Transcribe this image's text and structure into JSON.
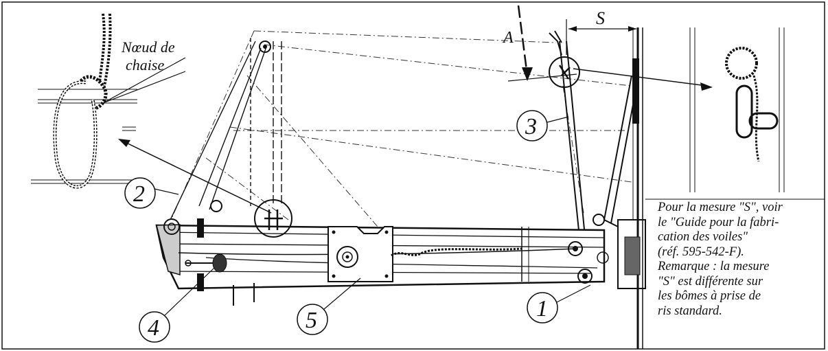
{
  "callouts": {
    "knot_label_line1": "Nœud de",
    "knot_label_line2": "chaise",
    "dimension": "S",
    "arrow_label": "A",
    "item1": "1",
    "item2": "2",
    "item3": "3",
    "item4": "4",
    "item5": "5"
  },
  "note": {
    "line1": "Pour la mesure \"S\", voir",
    "line2": "le \"Guide pour la fabri-",
    "line3": "cation des voiles\"",
    "line4": "(réf. 595-542-F).",
    "line5": "Remarque : la mesure",
    "line6": "\"S\" est différente sur",
    "line7": "les bômes à prise de",
    "line8": "ris standard."
  }
}
